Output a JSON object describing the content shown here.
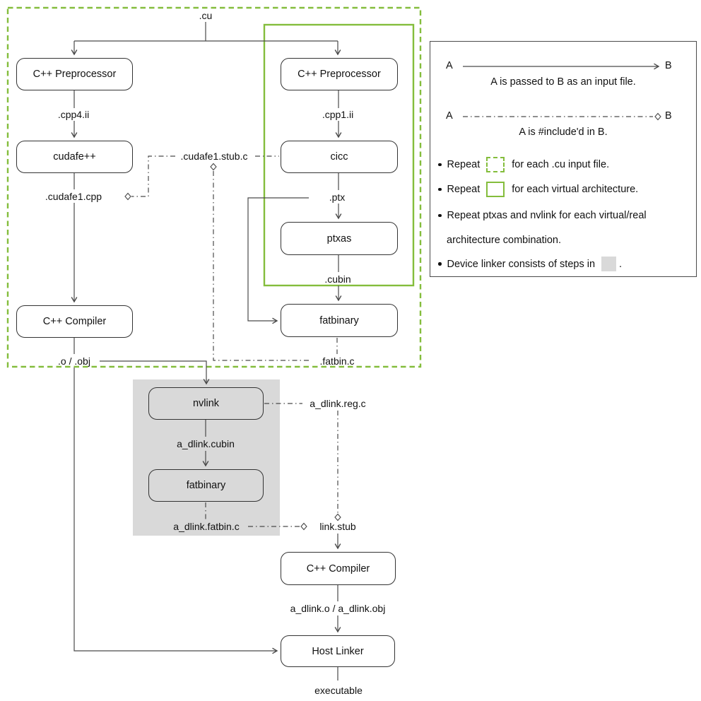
{
  "nodes": {
    "preproc_left": "C++ Preprocessor",
    "preproc_right": "C++ Preprocessor",
    "cudafe": "cudafe++",
    "cicc": "cicc",
    "ptxas": "ptxas",
    "fatbinary_top": "fatbinary",
    "cpp_compiler_left": "C++ Compiler",
    "nvlink": "nvlink",
    "fatbinary_device": "fatbinary",
    "cpp_compiler_bottom": "C++ Compiler",
    "host_linker": "Host Linker"
  },
  "files": {
    "cu": ".cu",
    "cpp4ii": ".cpp4.ii",
    "cpp1ii": ".cpp1.ii",
    "cudafe1_stub": ".cudafe1.stub.c",
    "cudafe1_cpp": ".cudafe1.cpp",
    "ptx": ".ptx",
    "cubin": ".cubin",
    "o_obj": ".o / .obj",
    "fatbin_c": ".fatbin.c",
    "a_dlink_reg": "a_dlink.reg.c",
    "a_dlink_cubin": "a_dlink.cubin",
    "a_dlink_fatbin": "a_dlink.fatbin.c",
    "link_stub": "link.stub",
    "a_dlink_o": "a_dlink.o / a_dlink.obj",
    "executable": "executable"
  },
  "legend": {
    "a": "A",
    "b": "B",
    "passed_caption": "A is passed to B as an input file.",
    "include_caption": "A is #include'd in B.",
    "bullets": {
      "b1_pre": "Repeat",
      "b1_post": "for each .cu input file.",
      "b2_pre": "Repeat",
      "b2_post": "for each virtual architecture.",
      "b3_line1": "Repeat ptxas and nvlink for each virtual/real",
      "b3_line2": "architecture combination.",
      "b4_pre": "Device linker consists of steps in",
      "b4_post": "."
    }
  },
  "colors": {
    "green_accent": "#84bd3c",
    "device_linker_gray": "#d9d9d9",
    "line_gray": "#4a4a4a"
  }
}
